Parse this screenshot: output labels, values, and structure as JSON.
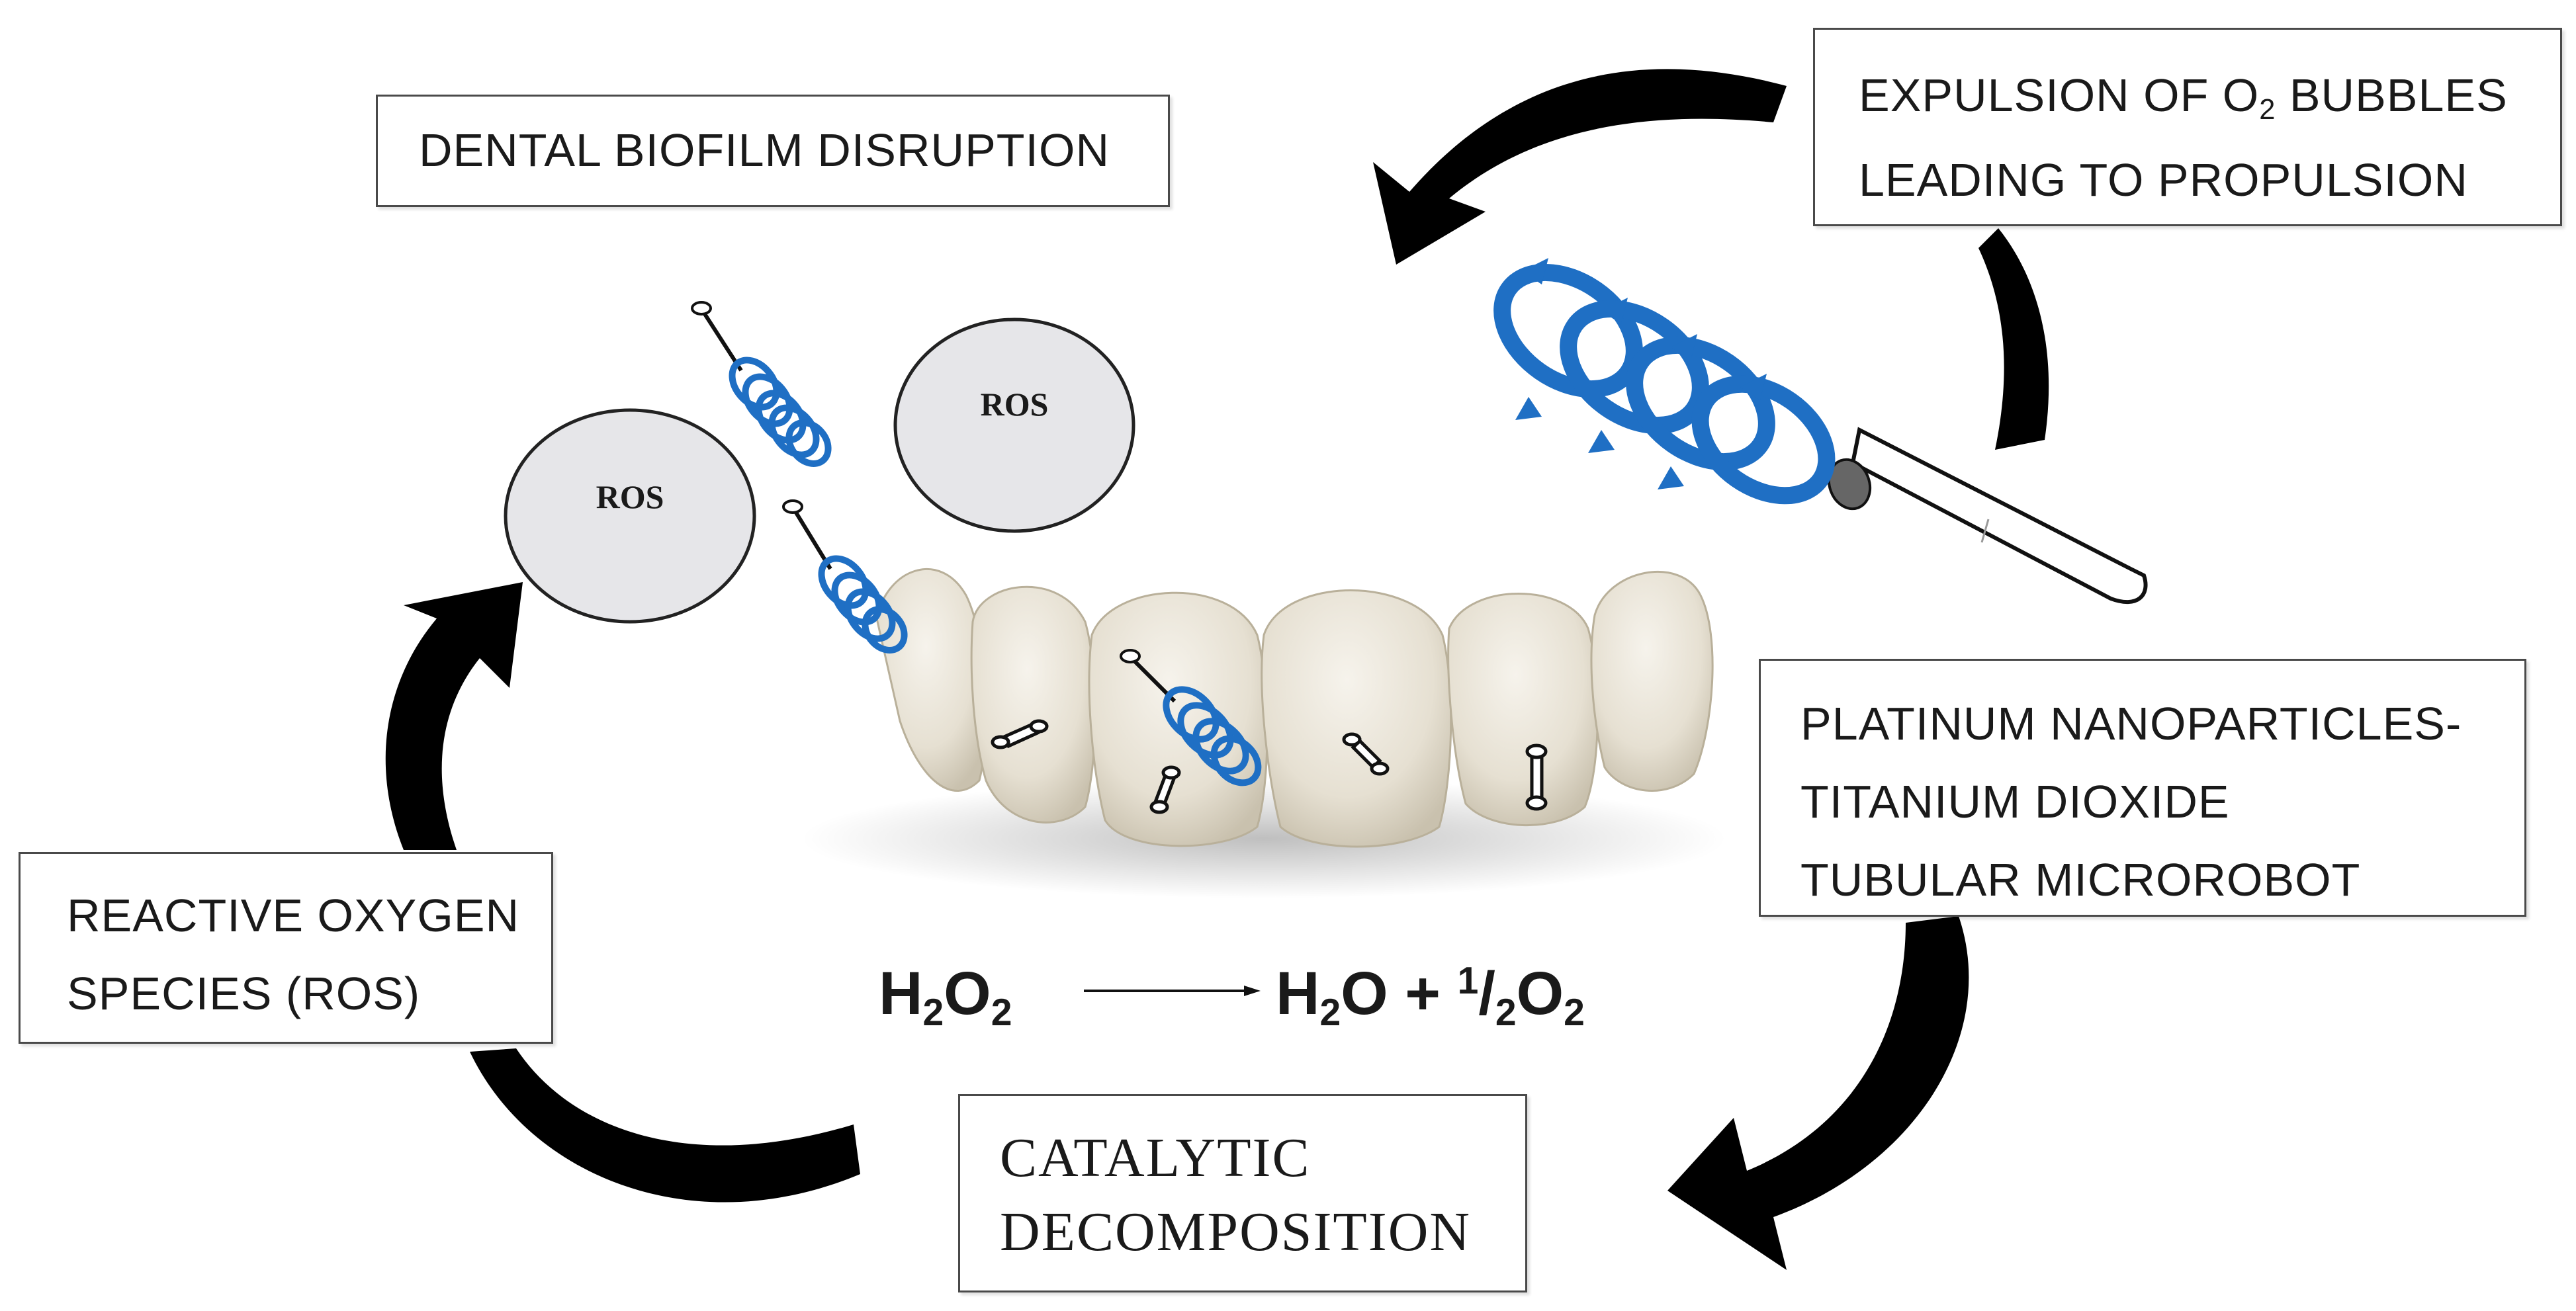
{
  "labels": {
    "dental": "DENTAL BIOFILM DISRUPTION",
    "expulsion_line1_pre": "EXPULSION OF O",
    "expulsion_line1_sub": "2",
    "expulsion_line1_post": " BUBBLES",
    "expulsion_line2": "LEADING TO PROPULSION",
    "platinum_line1": "PLATINUM NANOPARTICLES-",
    "platinum_line2": "TITANIUM DIOXIDE",
    "platinum_line3": "TUBULAR MICROROBOT",
    "reactive_line1": "REACTIVE OXYGEN",
    "reactive_line2": "SPECIES (ROS)",
    "catalytic_line1": "CATALYTIC",
    "catalytic_line2": "DECOMPOSITION"
  },
  "ros": {
    "left": "ROS",
    "right": "ROS"
  },
  "equation": {
    "reactant_h": "H",
    "reactant_sub1": "2",
    "reactant_o": "O",
    "reactant_sub2": "2",
    "p1_h": "H",
    "p1_sub": "2",
    "p1_o": "O + ",
    "frac_num": "1",
    "frac_slash": "/",
    "frac_den": "2",
    "p2_o": "O",
    "p2_sub": "2"
  },
  "colors": {
    "arrow": "#000000",
    "robot_blue": "#1f6fc4",
    "ros_fill": "#e6e6e9",
    "tooth": "#e8e3d6"
  }
}
